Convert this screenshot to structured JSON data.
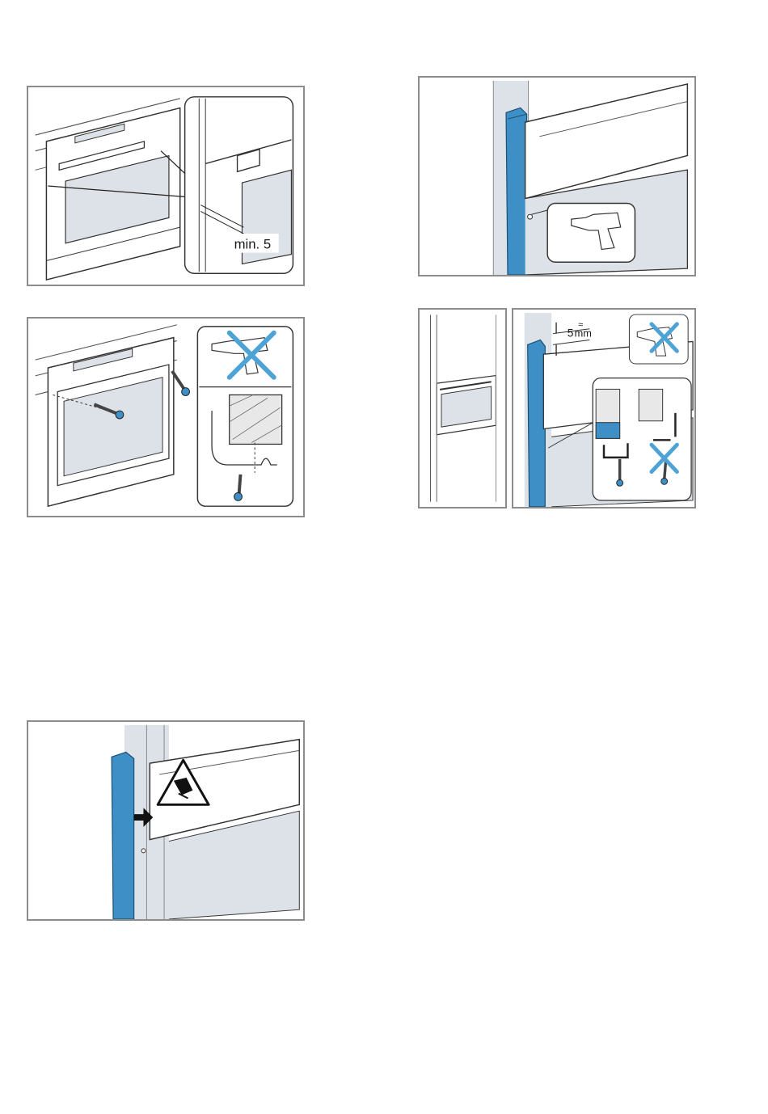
{
  "figures": {
    "fig1": {
      "measure_label": "min. 5"
    },
    "fig2": {
      "drill_status": "not-allowed"
    },
    "fig3": {
      "tool": "drill-icon"
    },
    "fig4": {
      "gap_label": "5",
      "gap_unit": "mm",
      "approx_symbol": "≈"
    },
    "fig5": {
      "warning": "hand-crush-warning-icon"
    }
  },
  "colors": {
    "accent_blue": "#3d8fc6",
    "cross_blue": "#4da3d6",
    "glass_grey": "#dde1e8",
    "frame_grey": "#8c8c8c"
  }
}
